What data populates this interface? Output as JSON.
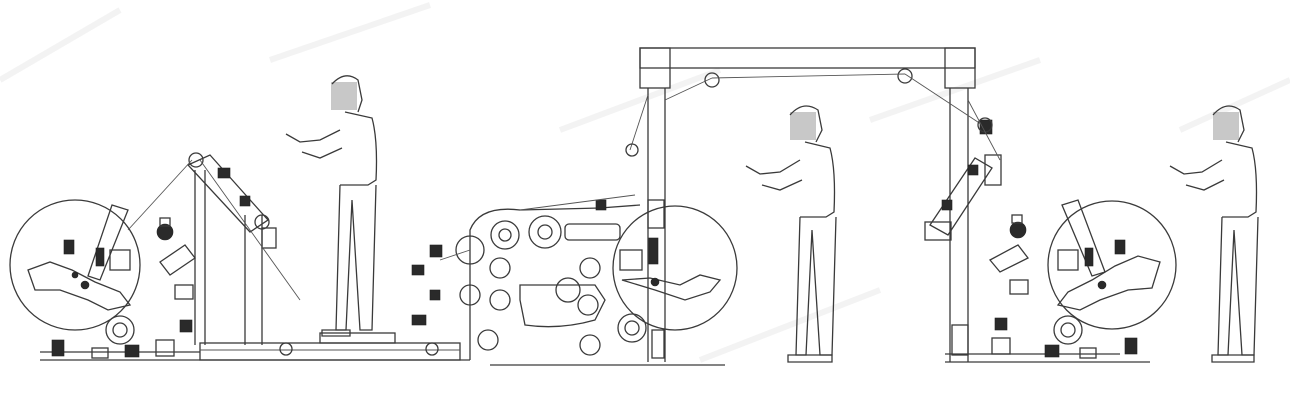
{
  "diagram": {
    "colors": {
      "line": "#3a3a3a",
      "parts": "#2a2a2a",
      "face_blur": "#c8c8c8",
      "background": "#ffffff"
    },
    "components": [
      "unwind-reel-left",
      "splicing-frame",
      "operator-1",
      "base-rail",
      "laminating-rollers",
      "coating-reel-center",
      "overhead-gantry",
      "operator-2",
      "rewind-frame-right",
      "rewind-reel-right",
      "operator-3"
    ]
  }
}
